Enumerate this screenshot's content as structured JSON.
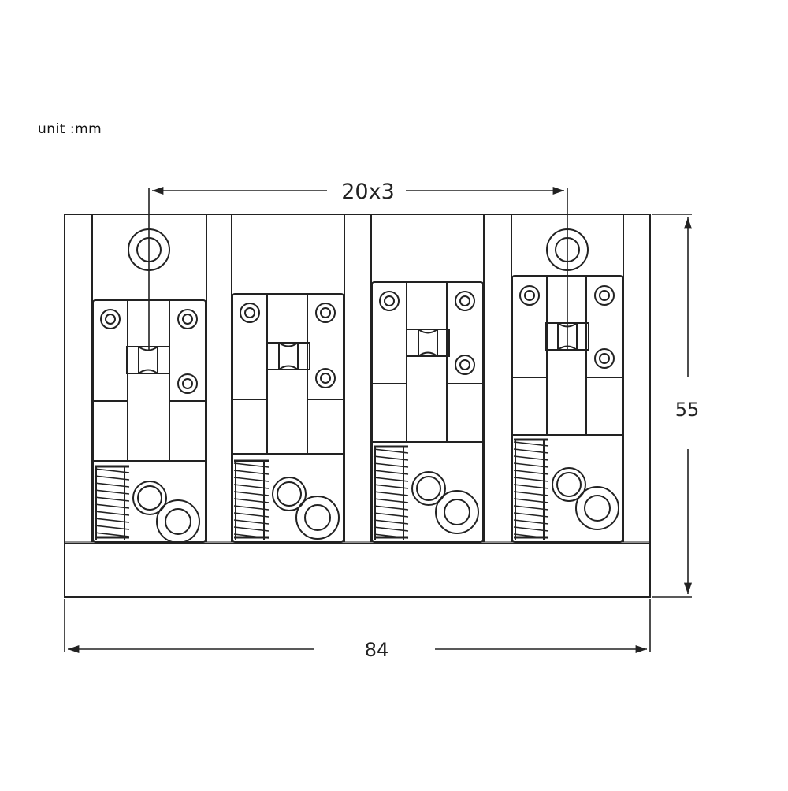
{
  "drawing": {
    "unit_label": "unit  :mm",
    "dimensions": {
      "spacing": "20x3",
      "height": "55",
      "width": "84"
    },
    "saddle_count": 4
  }
}
